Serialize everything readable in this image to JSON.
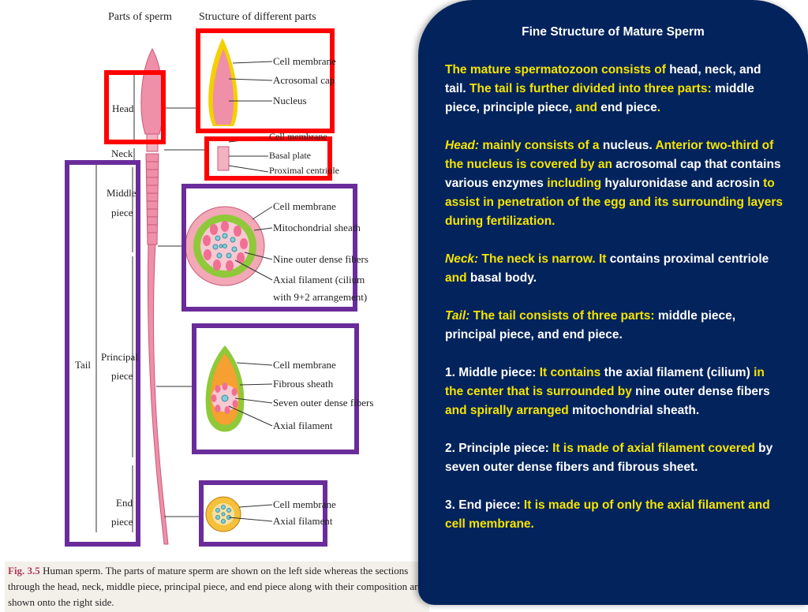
{
  "figure": {
    "header_left": "Parts of sperm",
    "header_right": "Structure of different parts",
    "parts": {
      "head": "Head",
      "neck": "Neck",
      "tail": "Tail",
      "middle_1": "Middle",
      "middle_2": "piece",
      "principal_1": "Principal",
      "principal_2": "piece",
      "end_1": "End",
      "end_2": "piece"
    },
    "head_labels": [
      "Cell membrane",
      "Acrosomal cap",
      "Nucleus"
    ],
    "neck_labels": [
      "Cell membrane",
      "Basal plate",
      "Proximal centriole"
    ],
    "middle_labels": [
      "Cell membrane",
      "Mitochondrial sheath",
      "Nine outer dense fibers",
      "Axial filament (cilium",
      "with 9+2 arrangement)"
    ],
    "principal_labels": [
      "Cell membrane",
      "Fibrous sheath",
      "Seven outer dense fibers",
      "Axial filament"
    ],
    "end_labels": [
      "Cell membrane",
      "Axial filament"
    ],
    "caption_fig": "Fig. 3.5",
    "caption_text": "Human sperm. The parts of mature sperm are shown on the left side whereas the sections through the head, neck, middle piece, principal piece, and end piece along with their composition are shown onto the right side.",
    "colors": {
      "red_box": "#ff0000",
      "purple_box": "#6a2c9a",
      "sperm_pink": "#ef8fa8"
    }
  },
  "panel": {
    "title": "Fine Structure of Mature Sperm",
    "p1": [
      {
        "t": "The mature  spermatozoon  consists of ",
        "c": "y"
      },
      {
        "t": "head, neck, and tail. ",
        "c": "w"
      },
      {
        "t": "The tail is further divided into three parts: ",
        "c": "y"
      },
      {
        "t": "middle piece, principle piece, ",
        "c": "w"
      },
      {
        "t": "and ",
        "c": "y"
      },
      {
        "t": "end piece",
        "c": "w"
      },
      {
        "t": ".",
        "c": "y"
      }
    ],
    "p2": [
      {
        "t": "Head:",
        "c": "y i"
      },
      {
        "t": "  mainly consists of a ",
        "c": "y"
      },
      {
        "t": "nucleus. ",
        "c": "w"
      },
      {
        "t": "Anterior two-third of the nucleus is covered by an ",
        "c": "y"
      },
      {
        "t": "acrosomal cap that contains various enzymes ",
        "c": "w"
      },
      {
        "t": "including ",
        "c": "y"
      },
      {
        "t": "hyaluronidase and acrosin ",
        "c": "w"
      },
      {
        "t": "to assist in penetration of the egg and its surrounding layers during fertilization.",
        "c": "y"
      }
    ],
    "p3": [
      {
        "t": "Neck:",
        "c": "y i"
      },
      {
        "t": " The neck is narrow. It ",
        "c": "y"
      },
      {
        "t": "contains proximal centriole ",
        "c": "w"
      },
      {
        "t": "and ",
        "c": "y"
      },
      {
        "t": "basal body.",
        "c": "w"
      }
    ],
    "p4": [
      {
        "t": "Tail:",
        "c": "y i"
      },
      {
        "t": " The tail consists of three parts: ",
        "c": "y"
      },
      {
        "t": "middle piece, principal piece, and end piece.",
        "c": "w"
      }
    ],
    "p5": [
      {
        "t": "1. Middle piece: ",
        "c": "w"
      },
      {
        "t": "It contains ",
        "c": "y"
      },
      {
        "t": "the axial filament (cilium) ",
        "c": "w"
      },
      {
        "t": "in the center that is surrounded by ",
        "c": "y"
      },
      {
        "t": "nine outer dense fibers ",
        "c": "w"
      },
      {
        "t": "and spirally arranged ",
        "c": "y"
      },
      {
        "t": "mitochondrial sheath.",
        "c": "w"
      }
    ],
    "p6": [
      {
        "t": "2. Principle piece: ",
        "c": "w"
      },
      {
        "t": "It is made of axial filament covered ",
        "c": "y"
      },
      {
        "t": "by seven outer dense fibers and fibrous sheet.",
        "c": "w"
      }
    ],
    "p7": [
      {
        "t": "3. End piece: ",
        "c": "w"
      },
      {
        "t": "It is made up of only the axial filament and cell membrane.",
        "c": "y"
      }
    ]
  }
}
